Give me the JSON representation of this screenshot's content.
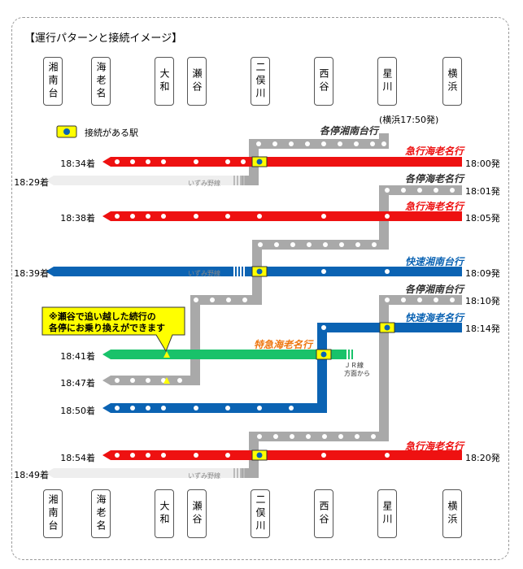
{
  "title": "【運行パターンと接続イメージ】",
  "stations": [
    "湘南台",
    "海老名",
    "大和",
    "瀬谷",
    "二俣川",
    "西谷",
    "星川",
    "横浜"
  ],
  "legend": {
    "label": "接続がある駅"
  },
  "callout": {
    "text_line1": "※瀬谷で追い越した続行の",
    "text_line2": "各停にお乗り換えができます"
  },
  "annotations": {
    "yokohama_time": "(横浜17:50発)",
    "izumino_label": "いずみ野線",
    "jr_line1": "ＪＲ線",
    "jr_line2": "方面から"
  },
  "type_labels": {
    "local_shonandai": "各停湘南台行",
    "rapid_ebina": "急行海老名行",
    "local_ebina": "各停海老名行",
    "semi_shonandai": "快速湘南台行",
    "semi_ebina": "快速海老名行",
    "limited_ebina": "特急海老名行"
  },
  "arrivals": [
    "18:34着",
    "18:29着",
    "18:38着",
    "18:39着",
    "18:41着",
    "18:47着",
    "18:50着",
    "18:54着",
    "18:49着"
  ],
  "departures": [
    "18:00発",
    "18:01発",
    "18:05発",
    "18:09発",
    "18:10発",
    "18:14発",
    "18:20発"
  ],
  "colors": {
    "rapid": "#ee1111",
    "local": "#a9a9a9",
    "semi_rapid": "#0b63b3",
    "limited": "#19c26a",
    "izumino_local": "#eeeeee",
    "izumino_semi": "#d5e5f5",
    "connect": "#ffff00",
    "callout": "#ffff00",
    "type_red": "#ee1111",
    "type_blue": "#0b63b3",
    "type_orange": "#ee7711"
  }
}
